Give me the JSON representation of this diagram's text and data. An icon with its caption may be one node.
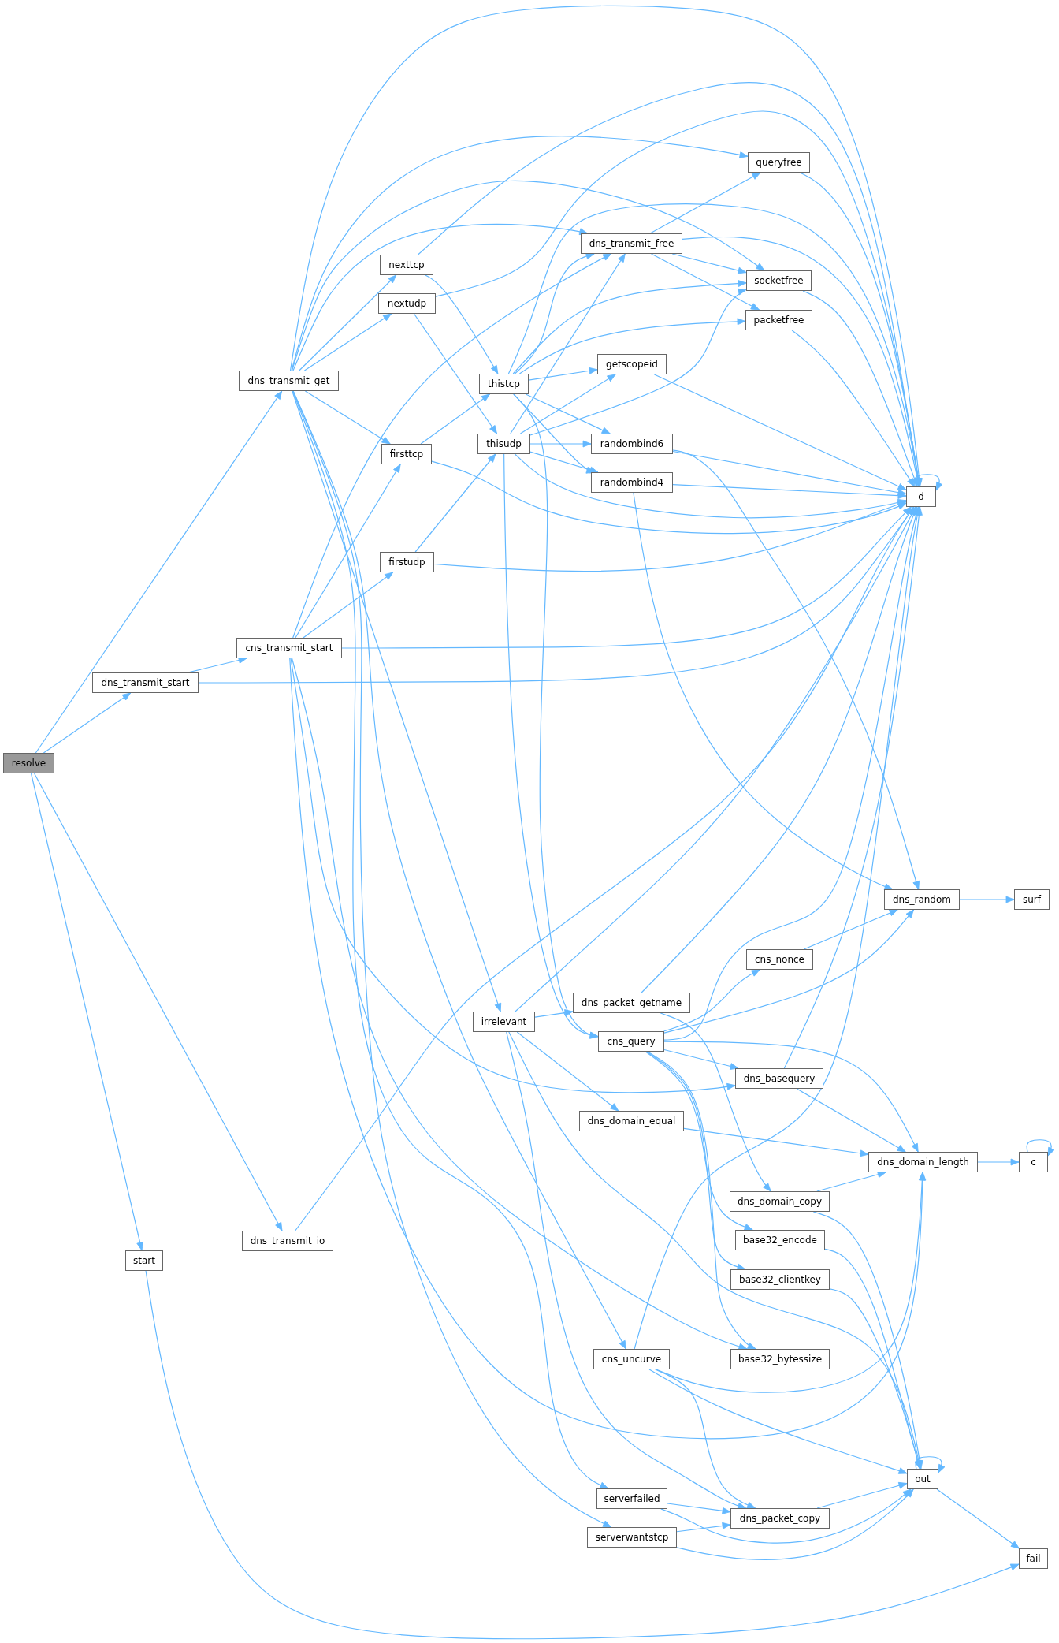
{
  "diagram": {
    "nodes": [
      {
        "text": [
          "resolve"
        ]
      },
      {
        "text": [
          "dns_transmit_get"
        ]
      },
      {
        "text": [
          "dns_transmit_start"
        ]
      },
      {
        "text": [
          "cns_transmit_start"
        ]
      },
      {
        "text": [
          "dns_transmit_io"
        ]
      },
      {
        "text": [
          "start"
        ]
      },
      {
        "text": [
          "nexttcp"
        ]
      },
      {
        "text": [
          "nextudp"
        ]
      },
      {
        "text": [
          "firsttcp"
        ]
      },
      {
        "text": [
          "firstudp"
        ]
      },
      {
        "text": [
          "irrelevant"
        ]
      },
      {
        "text": [
          "serverfailed"
        ]
      },
      {
        "text": [
          "serverwantstcp"
        ]
      },
      {
        "text": [
          "thistcp"
        ]
      },
      {
        "text": [
          "thisudp"
        ]
      },
      {
        "text": [
          "dns_transmit_free"
        ]
      },
      {
        "text": [
          "getscopeid"
        ]
      },
      {
        "text": [
          "randombind6"
        ]
      },
      {
        "text": [
          "randombind4"
        ]
      },
      {
        "text": [
          "dns_packet_getname"
        ]
      },
      {
        "text": [
          "cns_query"
        ]
      },
      {
        "text": [
          "dns_domain_equal"
        ]
      },
      {
        "text": [
          "cns_uncurve"
        ]
      },
      {
        "text": [
          "queryfree"
        ]
      },
      {
        "text": [
          "socketfree"
        ]
      },
      {
        "text": [
          "packetfree"
        ]
      },
      {
        "text": [
          "cns_nonce"
        ]
      },
      {
        "text": [
          "dns_basequery"
        ]
      },
      {
        "text": [
          "dns_domain_copy"
        ]
      },
      {
        "text": [
          "base32_encode"
        ]
      },
      {
        "text": [
          "base32_clientkey"
        ]
      },
      {
        "text": [
          "base32_bytessize"
        ]
      },
      {
        "text": [
          "dns_packet_copy"
        ]
      },
      {
        "text": [
          "d"
        ]
      },
      {
        "text": [
          "dns_random"
        ]
      },
      {
        "text": [
          "dns_domain_length"
        ]
      },
      {
        "text": [
          "out"
        ]
      },
      {
        "text": [
          "surf"
        ]
      },
      {
        "text": [
          "c"
        ]
      },
      {
        "text": [
          "fail"
        ]
      }
    ],
    "edges": [
      {
        "from": 0,
        "to": 1,
        "arrow": "to"
      },
      {
        "from": 0,
        "to": 2,
        "arrow": "to"
      },
      {
        "from": 0,
        "to": 4,
        "arrow": "to"
      },
      {
        "from": 0,
        "to": 5,
        "arrow": "to"
      },
      {
        "from": 2,
        "to": 3,
        "arrow": "to"
      },
      {
        "from": 2,
        "to": 33,
        "arrow": "to"
      },
      {
        "from": 3,
        "to": 8,
        "arrow": "to"
      },
      {
        "from": 3,
        "to": 9,
        "arrow": "to"
      },
      {
        "from": 3,
        "to": 15,
        "arrow": "to"
      },
      {
        "from": 3,
        "to": 33,
        "arrow": "to"
      },
      {
        "from": 3,
        "to": 27,
        "arrow": "to"
      },
      {
        "from": 3,
        "to": 31,
        "arrow": "to"
      },
      {
        "from": 3,
        "to": 35,
        "arrow": "to"
      },
      {
        "from": 1,
        "to": 33,
        "arrow": "to"
      },
      {
        "from": 1,
        "to": 23,
        "arrow": "to"
      },
      {
        "from": 1,
        "to": 24,
        "arrow": "to"
      },
      {
        "from": 1,
        "to": 15,
        "arrow": "to"
      },
      {
        "from": 1,
        "to": 6,
        "arrow": "to"
      },
      {
        "from": 1,
        "to": 7,
        "arrow": "to"
      },
      {
        "from": 1,
        "to": 8,
        "arrow": "to"
      },
      {
        "from": 1,
        "to": 10,
        "arrow": "to"
      },
      {
        "from": 1,
        "to": 11,
        "arrow": "to"
      },
      {
        "from": 1,
        "to": 12,
        "arrow": "to"
      },
      {
        "from": 1,
        "to": 22,
        "arrow": "to"
      },
      {
        "from": 4,
        "to": 33,
        "arrow": "to"
      },
      {
        "from": 5,
        "to": 39,
        "arrow": "to"
      },
      {
        "from": 6,
        "to": 13,
        "arrow": "to"
      },
      {
        "from": 6,
        "to": 33,
        "arrow": "to"
      },
      {
        "from": 7,
        "to": 14,
        "arrow": "to"
      },
      {
        "from": 7,
        "to": 33,
        "arrow": "to"
      },
      {
        "from": 8,
        "to": 13,
        "arrow": "to"
      },
      {
        "from": 8,
        "to": 33,
        "arrow": "to"
      },
      {
        "from": 9,
        "to": 14,
        "arrow": "to"
      },
      {
        "from": 9,
        "to": 33,
        "arrow": "to"
      },
      {
        "from": 10,
        "to": 33,
        "arrow": "to"
      },
      {
        "from": 10,
        "to": 19,
        "arrow": "to"
      },
      {
        "from": 10,
        "to": 21,
        "arrow": "to"
      },
      {
        "from": 10,
        "to": 36,
        "arrow": "to"
      },
      {
        "from": 10,
        "to": 32,
        "arrow": "to"
      },
      {
        "from": 11,
        "to": 32,
        "arrow": "to"
      },
      {
        "from": 11,
        "to": 36,
        "arrow": "to"
      },
      {
        "from": 12,
        "to": 32,
        "arrow": "to"
      },
      {
        "from": 12,
        "to": 36,
        "arrow": "to"
      },
      {
        "from": 13,
        "to": 15,
        "arrow": "to"
      },
      {
        "from": 13,
        "to": 33,
        "arrow": "to"
      },
      {
        "from": 13,
        "to": 24,
        "arrow": "to"
      },
      {
        "from": 13,
        "to": 25,
        "arrow": "to"
      },
      {
        "from": 13,
        "to": 16,
        "arrow": "to"
      },
      {
        "from": 13,
        "to": 17,
        "arrow": "to"
      },
      {
        "from": 13,
        "to": 18,
        "arrow": "to"
      },
      {
        "from": 13,
        "to": 20,
        "arrow": "to"
      },
      {
        "from": 14,
        "to": 15,
        "arrow": "to"
      },
      {
        "from": 14,
        "to": 16,
        "arrow": "to"
      },
      {
        "from": 14,
        "to": 17,
        "arrow": "to"
      },
      {
        "from": 14,
        "to": 18,
        "arrow": "to"
      },
      {
        "from": 14,
        "to": 24,
        "arrow": "to"
      },
      {
        "from": 14,
        "to": 33,
        "arrow": "to"
      },
      {
        "from": 14,
        "to": 20,
        "arrow": "to"
      },
      {
        "from": 15,
        "to": 23,
        "arrow": "to"
      },
      {
        "from": 15,
        "to": 24,
        "arrow": "to"
      },
      {
        "from": 15,
        "to": 25,
        "arrow": "to"
      },
      {
        "from": 15,
        "to": 33,
        "arrow": "to"
      },
      {
        "from": 16,
        "to": 33,
        "arrow": "to"
      },
      {
        "from": 17,
        "to": 33,
        "arrow": "to"
      },
      {
        "from": 17,
        "to": 34,
        "arrow": "to"
      },
      {
        "from": 18,
        "to": 33,
        "arrow": "to"
      },
      {
        "from": 18,
        "to": 34,
        "arrow": "to"
      },
      {
        "from": 19,
        "to": 33,
        "arrow": "to"
      },
      {
        "from": 19,
        "to": 28,
        "arrow": "to"
      },
      {
        "from": 20,
        "to": 33,
        "arrow": "to"
      },
      {
        "from": 20,
        "to": 26,
        "arrow": "to"
      },
      {
        "from": 20,
        "to": 34,
        "arrow": "to"
      },
      {
        "from": 20,
        "to": 35,
        "arrow": "to"
      },
      {
        "from": 20,
        "to": 27,
        "arrow": "to"
      },
      {
        "from": 20,
        "to": 29,
        "arrow": "to"
      },
      {
        "from": 20,
        "to": 30,
        "arrow": "to"
      },
      {
        "from": 20,
        "to": 31,
        "arrow": "to"
      },
      {
        "from": 21,
        "to": 35,
        "arrow": "to"
      },
      {
        "from": 22,
        "to": 33,
        "arrow": "to"
      },
      {
        "from": 22,
        "to": 35,
        "arrow": "to"
      },
      {
        "from": 22,
        "to": 36,
        "arrow": "to"
      },
      {
        "from": 22,
        "to": 32,
        "arrow": "to"
      },
      {
        "from": 23,
        "to": 33,
        "arrow": "to"
      },
      {
        "from": 24,
        "to": 33,
        "arrow": "to"
      },
      {
        "from": 25,
        "to": 33,
        "arrow": "to"
      },
      {
        "from": 33,
        "to": 33,
        "arrow": "to"
      },
      {
        "from": 34,
        "to": 37,
        "arrow": "to"
      },
      {
        "from": 35,
        "to": 38,
        "arrow": "to"
      },
      {
        "from": 38,
        "to": 38,
        "arrow": "to"
      },
      {
        "from": 26,
        "to": 34,
        "arrow": "to"
      },
      {
        "from": 27,
        "to": 33,
        "arrow": "to"
      },
      {
        "from": 27,
        "to": 35,
        "arrow": "to"
      },
      {
        "from": 28,
        "to": 35,
        "arrow": "to"
      },
      {
        "from": 28,
        "to": 36,
        "arrow": "to"
      },
      {
        "from": 29,
        "to": 36,
        "arrow": "to"
      },
      {
        "from": 30,
        "to": 36,
        "arrow": "to"
      },
      {
        "from": 32,
        "to": 36,
        "arrow": "to"
      },
      {
        "from": 36,
        "to": 36,
        "arrow": "to"
      },
      {
        "from": 36,
        "to": 39,
        "arrow": "to"
      }
    ]
  }
}
